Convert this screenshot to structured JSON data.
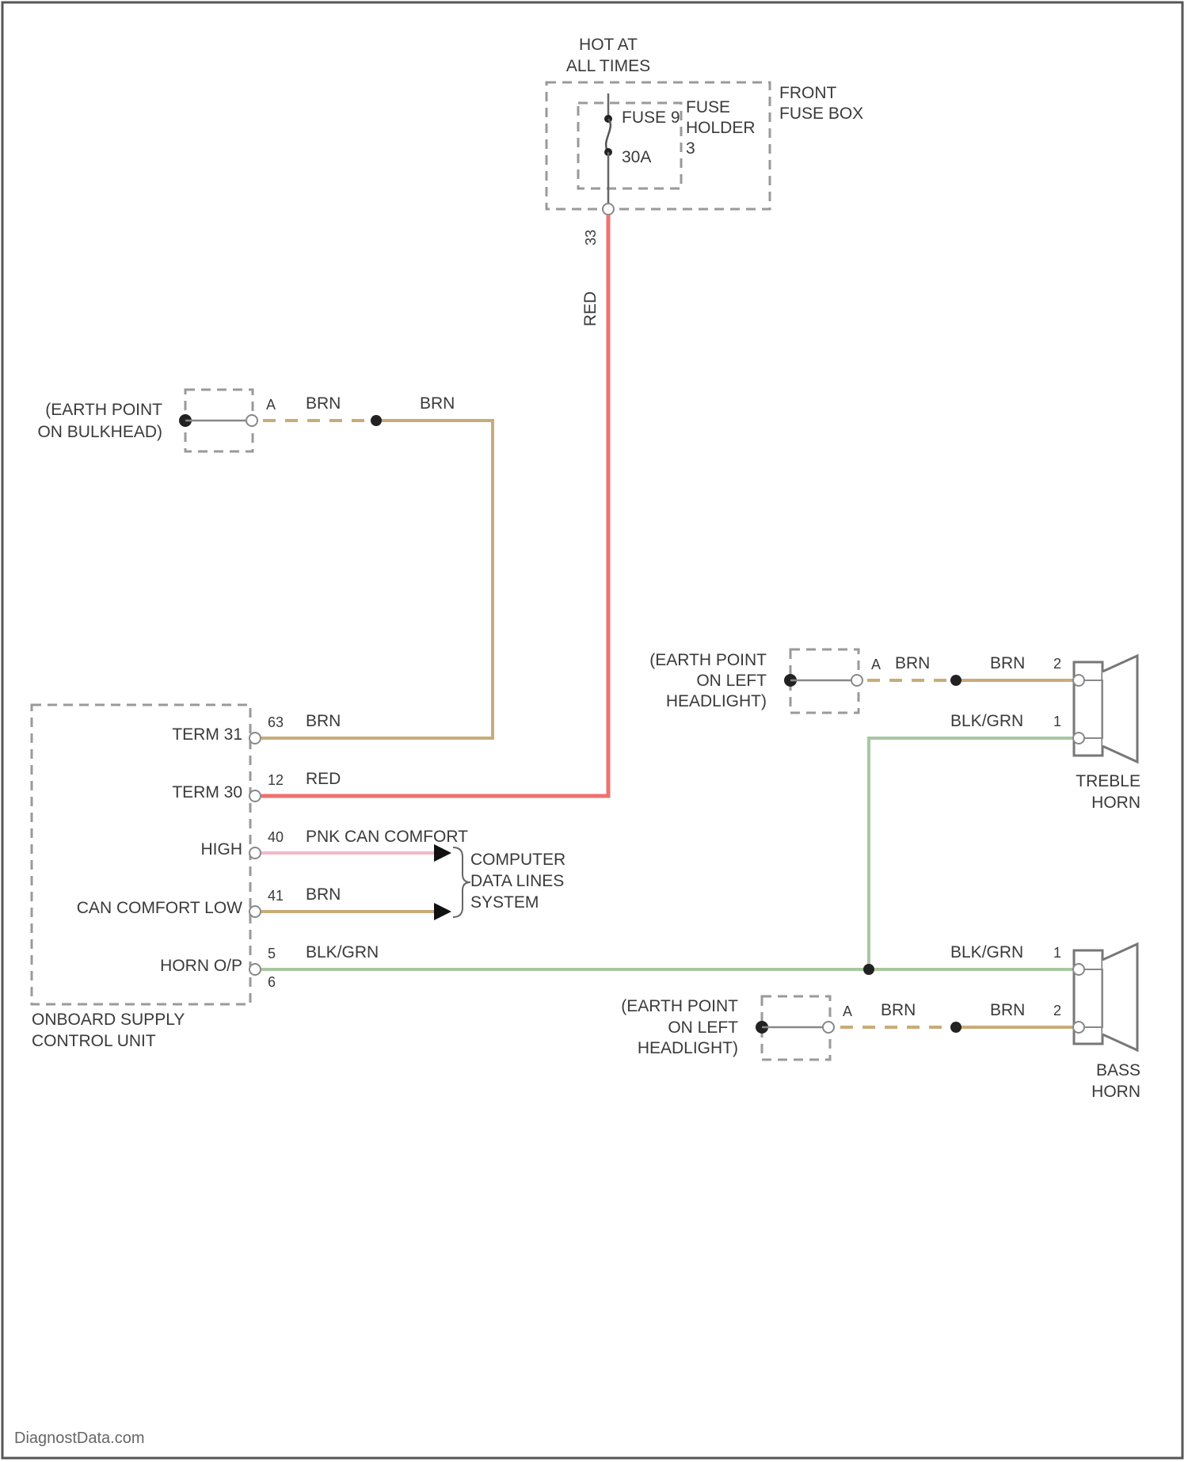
{
  "fuse_box": {
    "hot_line1": "HOT AT",
    "hot_line2": "ALL TIMES",
    "fuse_name": "FUSE 9",
    "fuse_rating": "30A",
    "holder_line1": "FUSE",
    "holder_line2": "HOLDER",
    "holder_line3": "3",
    "box_line1": "FRONT",
    "box_line2": "FUSE BOX",
    "pin": "33",
    "wire_label": "RED"
  },
  "earth_bulkhead": {
    "line1": "(EARTH POINT",
    "line2": "ON BULKHEAD)",
    "pin": "A",
    "wire1": "BRN",
    "wire2": "BRN"
  },
  "control_unit": {
    "name_line1": "ONBOARD SUPPLY",
    "name_line2": "CONTROL UNIT",
    "pins": [
      {
        "label": "TERM 31",
        "pin": "63",
        "wire": "BRN"
      },
      {
        "label": "TERM 30",
        "pin": "12",
        "wire": "RED"
      },
      {
        "label": "HIGH",
        "pin": "40",
        "wire": "PNK CAN COMFORT"
      },
      {
        "label": "CAN COMFORT LOW",
        "pin": "41",
        "wire": "BRN"
      },
      {
        "label": "HORN O/P",
        "pin": "5",
        "pin2": "6",
        "wire": "BLK/GRN"
      }
    ]
  },
  "data_lines": {
    "line1": "COMPUTER",
    "line2": "DATA LINES",
    "line3": "SYSTEM"
  },
  "treble_horn": {
    "earth_line1": "(EARTH POINT",
    "earth_line2": "ON LEFT",
    "earth_line3": "HEADLIGHT)",
    "earth_pin": "A",
    "wire1": "BRN",
    "wire2": "BRN",
    "pin_top": "2",
    "pin_bottom": "1",
    "wire_bottom": "BLK/GRN",
    "name_line1": "TREBLE",
    "name_line2": "HORN"
  },
  "bass_horn": {
    "earth_line1": "(EARTH POINT",
    "earth_line2": "ON LEFT",
    "earth_line3": "HEADLIGHT)",
    "earth_pin": "A",
    "wire1": "BRN",
    "wire2": "BRN",
    "pin_top": "1",
    "pin_bottom": "2",
    "wire_top": "BLK/GRN",
    "name_line1": "BASS",
    "name_line2": "HORN"
  },
  "wire_colors": {
    "red": "#f07070",
    "brown": "#c8ac78",
    "green": "#a8c8a0",
    "pink": "#f4b8c8"
  },
  "footer": {
    "watermark": "DiagnostData.com"
  }
}
